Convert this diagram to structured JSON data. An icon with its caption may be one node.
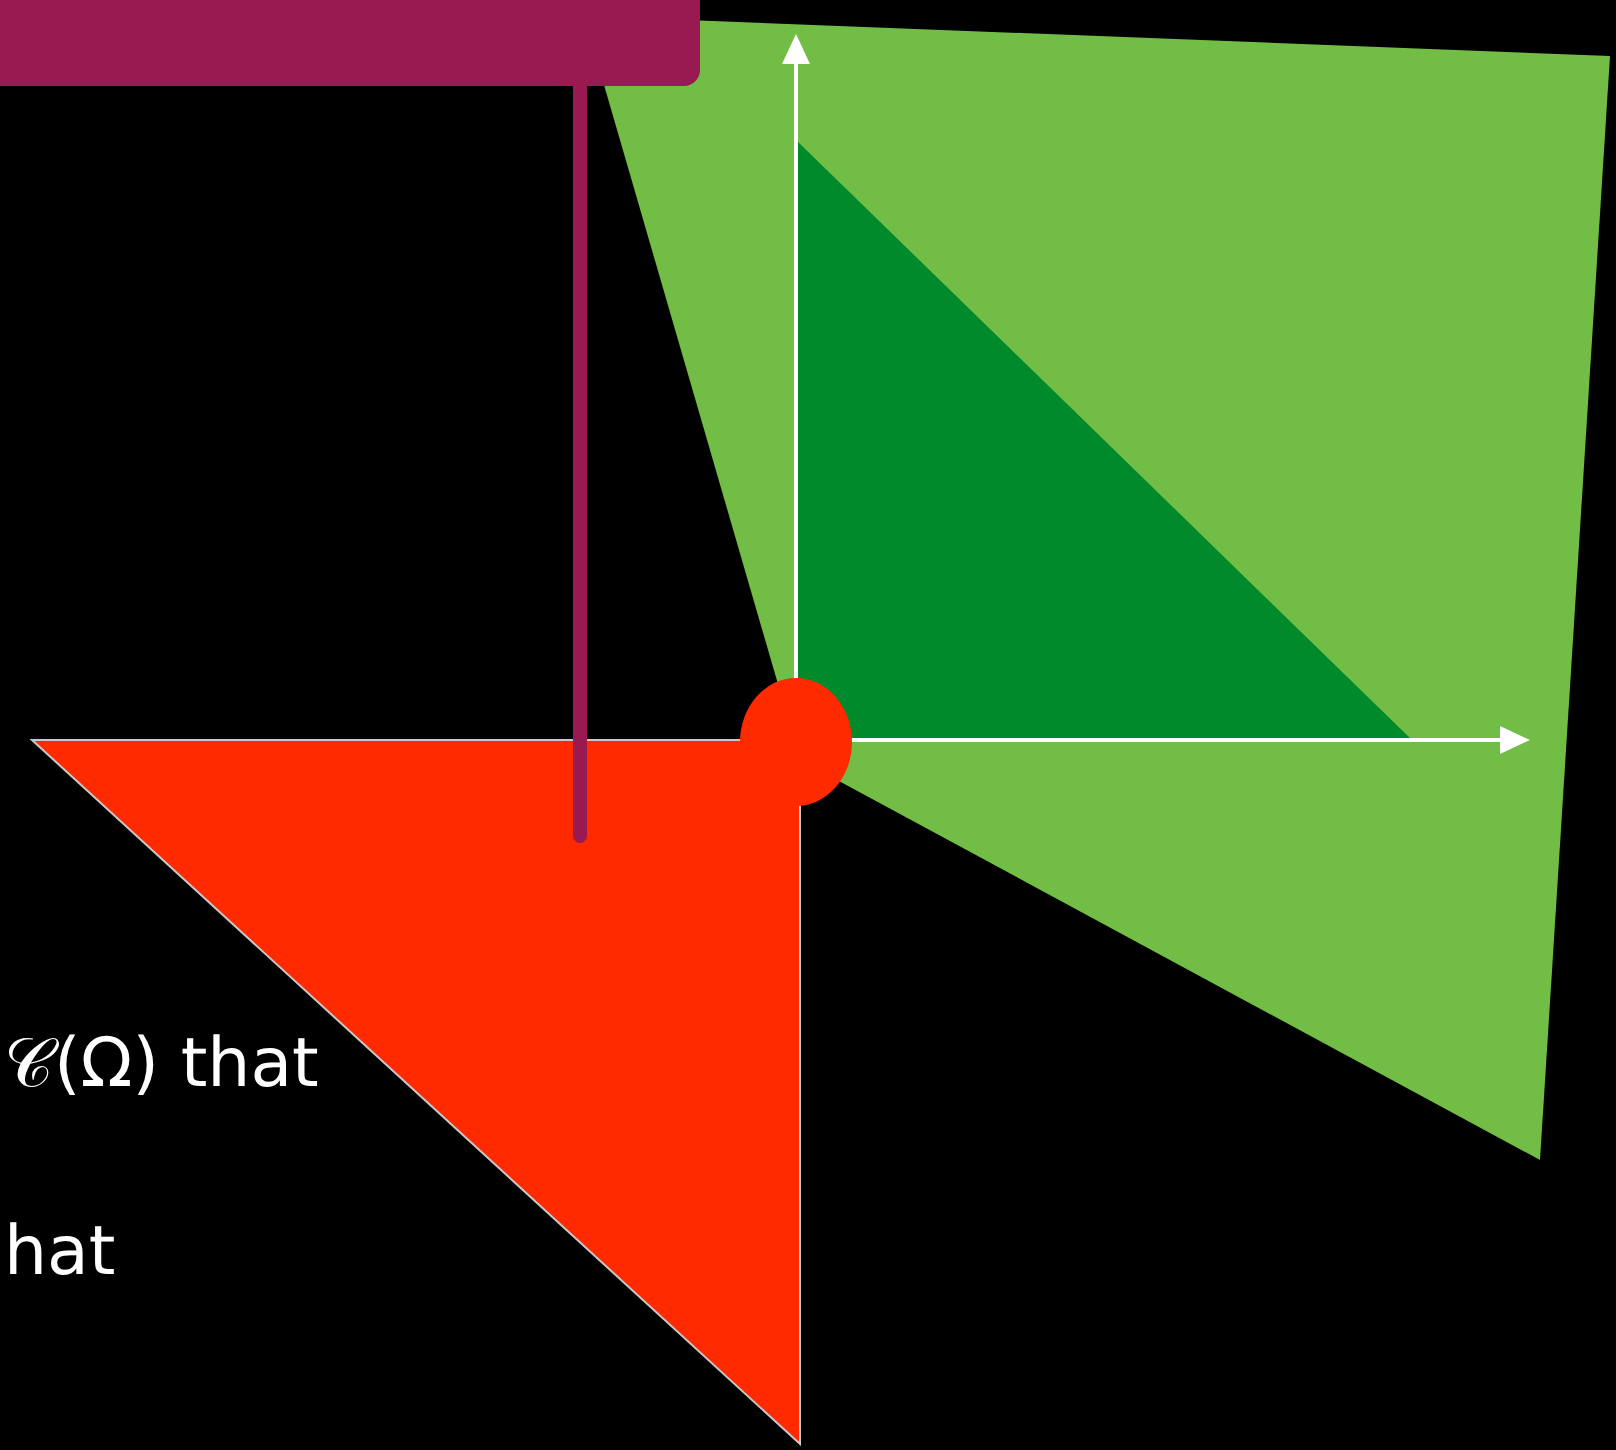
{
  "diagram": {
    "nodes": [
      {
        "text": [],
        "shape": "box"
      },
      {
        "text": [],
        "shape": "triangle"
      }
    ],
    "edges": [
      {
        "from": 0,
        "to": 1,
        "arrow": "none"
      }
    ],
    "labels": [
      "𝒞(Ω) that",
      "hat"
    ]
  }
}
